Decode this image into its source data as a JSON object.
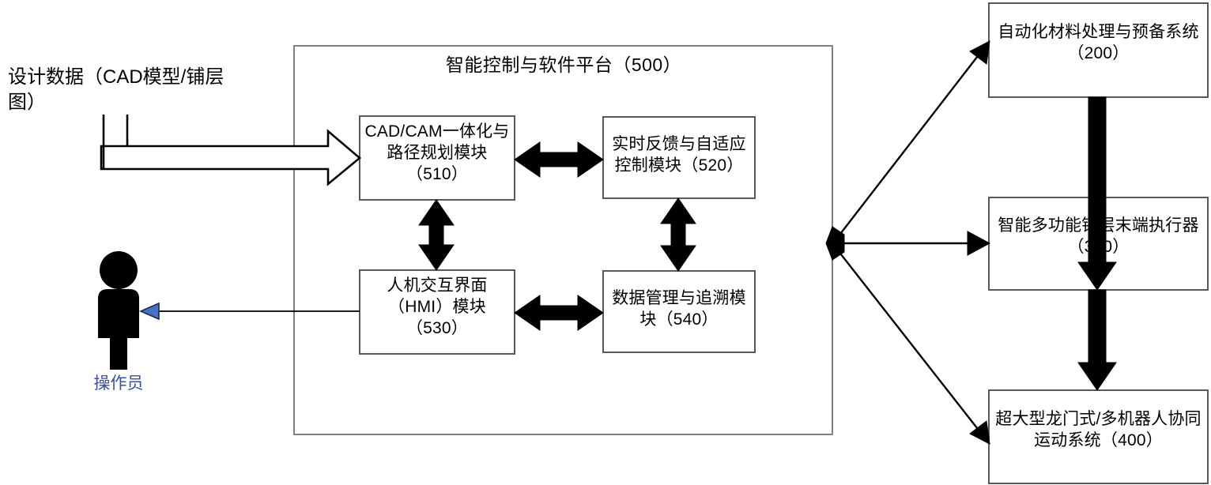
{
  "diagram": {
    "title_text": "智能控制与软件平台（500）",
    "design_input": {
      "label": "设计数据（CAD模型/铺层\n图）"
    },
    "operator": {
      "label": "操作员",
      "color": "#3a4fa0"
    },
    "platform_modules": [
      {
        "id": "510",
        "label": "CAD/CAM一体化与\n路径规划模块\n（510）"
      },
      {
        "id": "520",
        "label": "实时反馈与自适应\n控制模块（520）"
      },
      {
        "id": "530",
        "label": "人机交互界面\n（HMI）模块\n（530）"
      },
      {
        "id": "540",
        "label": "数据管理与追溯模\n块（540）"
      }
    ],
    "subsystems": [
      {
        "id": "200",
        "label": "自动化材料处理与预备系统\n（200）"
      },
      {
        "id": "300",
        "label": "智能多功能铺层末端执行器\n（300）"
      },
      {
        "id": "400",
        "label": "超大型龙门式/多机器人协同\n运动系统（400）"
      }
    ],
    "colors": {
      "stroke": "#000000",
      "box_border": "#808080",
      "accent_blue": "#4472c4",
      "text": "#000000",
      "background": "#ffffff"
    }
  }
}
